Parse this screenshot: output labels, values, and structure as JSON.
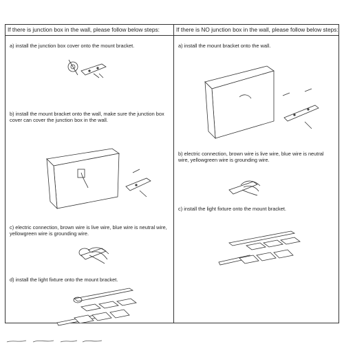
{
  "left": {
    "header": "If there is junction box in the wall, please follow below steps:",
    "steps": [
      "a) install the junction box cover onto the mount bracket.",
      "b) install the mount bracket onto the wall, make sure the junction box cover can cover the junction box in the wall.",
      "c) electric connection, brown wire is live wire, blue wire is neutral wire, yellowgreen wire is grounding wire.",
      "d) install the light fixture onto the mount bracket."
    ]
  },
  "right": {
    "header": "If there is NO junction box in the wall, please follow below steps:",
    "steps": [
      "a) install the mount bracket onto the wall.",
      "b) electric connection, brown wire is live wire, blue wire is neutral wire, yellowgreen wire is grounding wire.",
      "c) install the light fixture onto the mount bracket."
    ]
  }
}
